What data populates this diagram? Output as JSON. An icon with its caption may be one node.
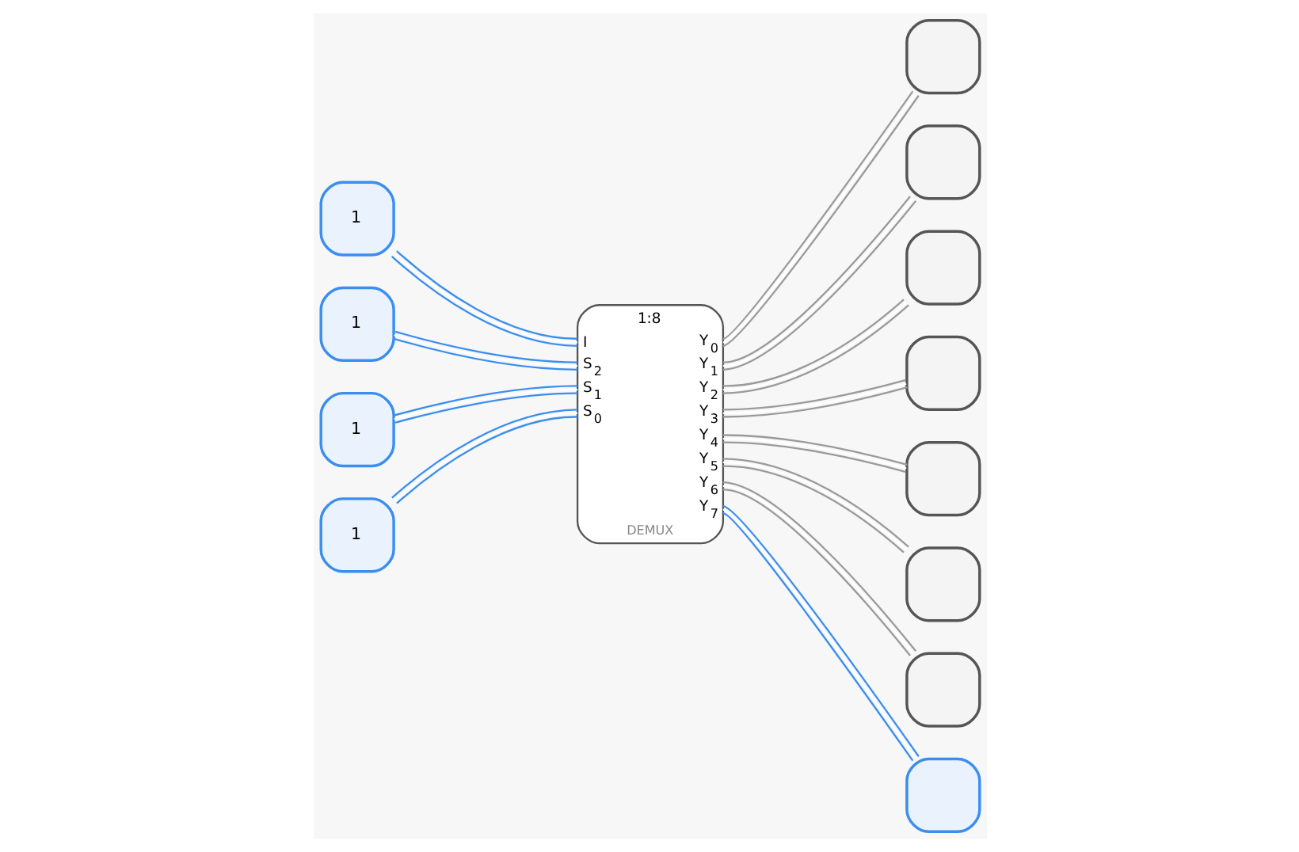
{
  "diagram": {
    "nodes": [
      {
        "text": [
          "1"
        ]
      },
      {
        "text": [
          "1"
        ]
      },
      {
        "text": [
          "1"
        ]
      },
      {
        "text": [
          "1"
        ]
      },
      {
        "text": [
          "1:8",
          "I",
          "S$_{2}$",
          "S$_{1}$",
          "S$_{0}$",
          "Y$_{0}$",
          "Y$_{1}$",
          "Y$_{2}$",
          "Y$_{3}$",
          "Y$_{4}$",
          "Y$_{5}$",
          "Y$_{6}$",
          "Y$_{7}$",
          "DEMUX"
        ]
      },
      {
        "text": [],
        "shape": "box"
      },
      {
        "text": [],
        "shape": "box"
      },
      {
        "text": [],
        "shape": "box"
      },
      {
        "text": [],
        "shape": "box"
      },
      {
        "text": [],
        "shape": "box"
      },
      {
        "text": [],
        "shape": "box"
      },
      {
        "text": [],
        "shape": "box"
      },
      {
        "text": [],
        "shape": "box"
      }
    ],
    "edges": [
      {
        "from": 0,
        "to": 4,
        "arrow": "none",
        "color": "#3a8ef0"
      },
      {
        "from": 1,
        "to": 4,
        "arrow": "none",
        "color": "#3a8ef0"
      },
      {
        "from": 2,
        "to": 4,
        "arrow": "none",
        "color": "#3a8ef0"
      },
      {
        "from": 3,
        "to": 4,
        "arrow": "none",
        "color": "#3a8ef0"
      },
      {
        "from": 4,
        "to": 5,
        "arrow": "none"
      },
      {
        "from": 4,
        "to": 6,
        "arrow": "none"
      },
      {
        "from": 4,
        "to": 7,
        "arrow": "none"
      },
      {
        "from": 4,
        "to": 8,
        "arrow": "none"
      },
      {
        "from": 4,
        "to": 9,
        "arrow": "none"
      },
      {
        "from": 4,
        "to": 10,
        "arrow": "none"
      },
      {
        "from": 4,
        "to": 11,
        "arrow": "none"
      },
      {
        "from": 4,
        "to": 12,
        "arrow": "none",
        "color": "#3a8ef0"
      }
    ]
  }
}
